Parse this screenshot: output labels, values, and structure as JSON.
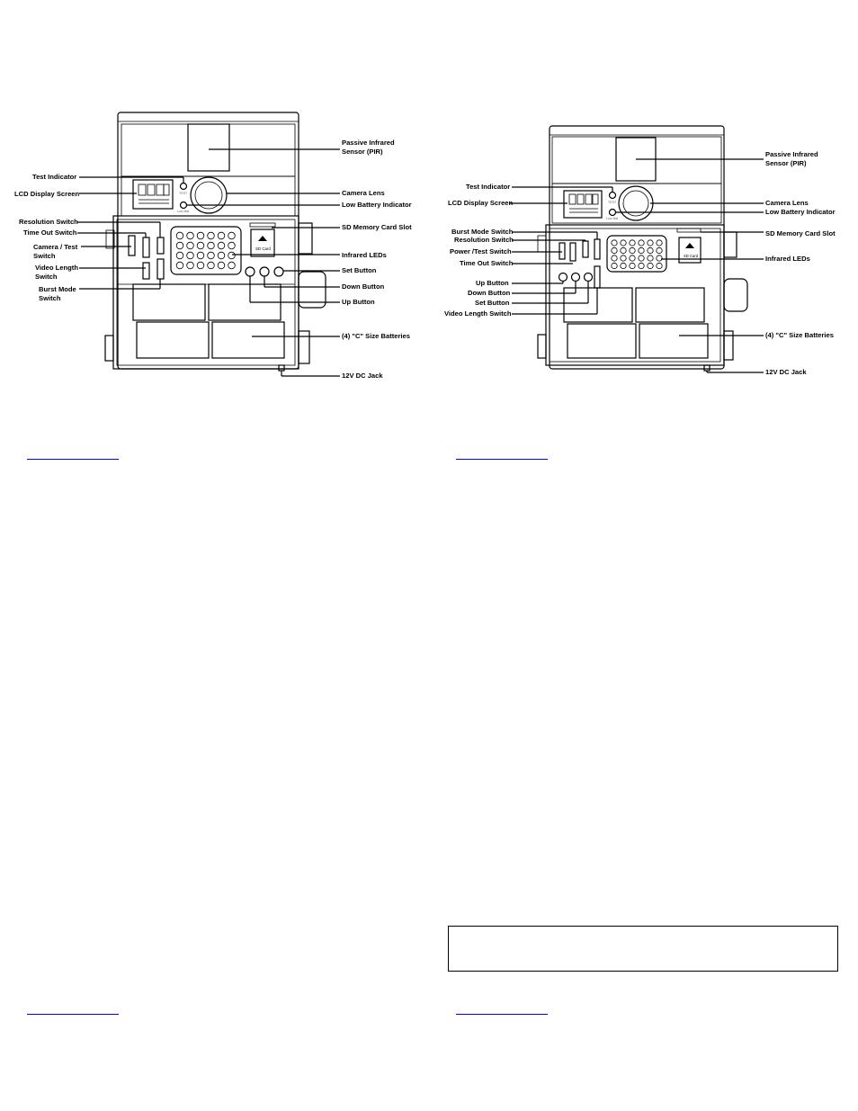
{
  "left_diagram": {
    "labels": {
      "pir": [
        "Passive Infrared",
        "Sensor (PIR)"
      ],
      "test_indicator": "Test Indicator",
      "lcd_display": "LCD Display Screen",
      "camera_lens": "Camera Lens",
      "low_battery": "Low Battery Indicator",
      "resolution_switch": "Resolution Switch",
      "time_out_switch": "Time Out Switch",
      "sd_slot": "SD Memory Card Slot",
      "camera_test_switch": [
        "Camera / Test",
        "Switch"
      ],
      "infrared_leds": "Infrared LEDs",
      "video_length_switch": [
        "Video Length",
        "Switch"
      ],
      "set_button": "Set Button",
      "burst_mode_switch": [
        "Burst Mode",
        "Switch"
      ],
      "down_button": "Down Button",
      "up_button": "Up Button",
      "batteries": "(4) \"C\" Size Batteries",
      "dc_jack": "12V DC Jack"
    },
    "device_text": {
      "test": "TEST",
      "low_bat": "Low Bat",
      "sd_card": "SD Card"
    }
  },
  "right_diagram": {
    "labels": {
      "pir": [
        "Passive Infrared",
        "Sensor (PIR)"
      ],
      "test_indicator": "Test Indicator",
      "lcd_display": "LCD Display Screen",
      "camera_lens": "Camera Lens",
      "low_battery": "Low Battery Indicator",
      "burst_mode_switch": "Burst Mode Switch",
      "resolution_switch": "Resolution Switch",
      "sd_slot": "SD Memory Card Slot",
      "power_test_switch": "Power /Test Switch",
      "infrared_leds": "Infrared LEDs",
      "time_out_switch": "Time Out Switch",
      "up_button": "Up Button",
      "down_button": "Down Button",
      "set_button": "Set Button",
      "video_length_switch": "Video Length Switch",
      "batteries": "(4) \"C\" Size Batteries",
      "dc_jack": "12V DC Jack"
    },
    "device_text": {
      "test": "TEST",
      "low_bat": "Low Bat",
      "sd_card": "SD Card"
    }
  }
}
